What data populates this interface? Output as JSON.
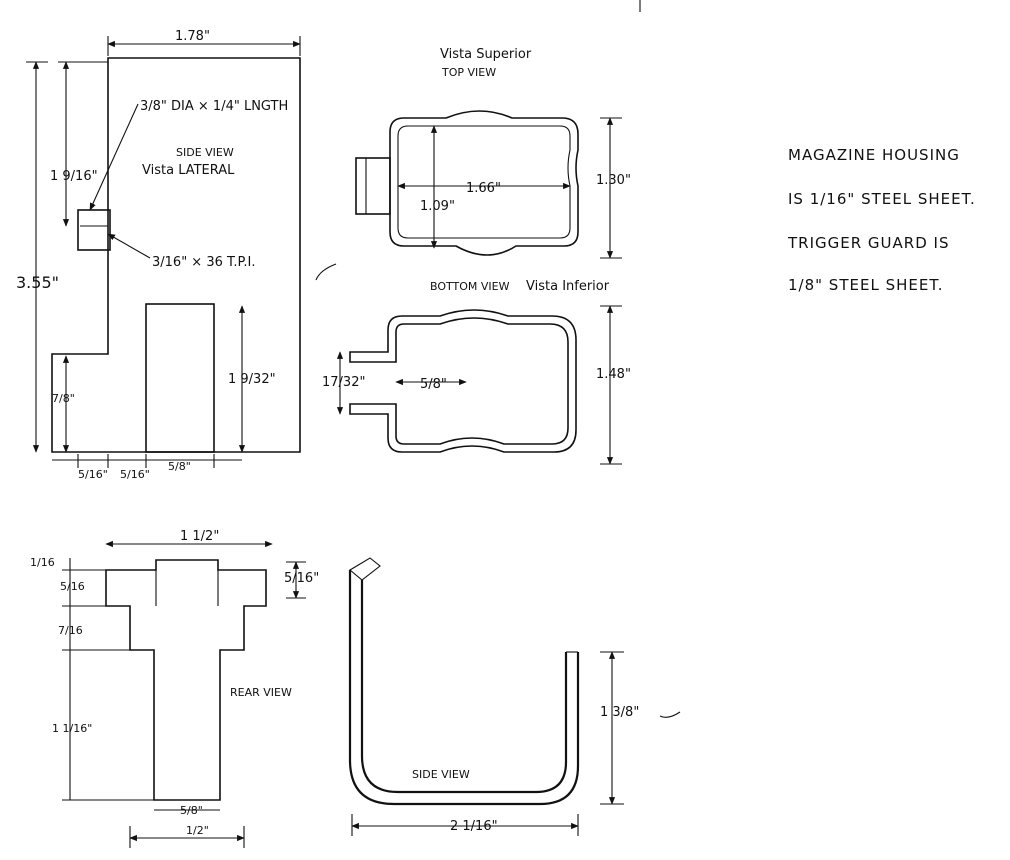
{
  "side_view": {
    "title": "SIDE VIEW",
    "title_es": "Vista LATERAL",
    "width_dim": "1.78\"",
    "height_total": "3.55\"",
    "upper_height": "1 9/16\"",
    "lower_left_height": "7/8\"",
    "window_height": "1 9/32\"",
    "bottom_dims": [
      "5/16\"",
      "5/16\"",
      "5/8\""
    ],
    "pin_callout": "3/8\" DIA × 1/4\" LNGTH",
    "thread_callout": "3/16\" × 36 T.P.I."
  },
  "top_view": {
    "title_es": "Vista Superior",
    "title": "TOP VIEW",
    "length_dim": "1.66\"",
    "width_dim": "1.09\"",
    "height_dim": "1.30\""
  },
  "bottom_view": {
    "title": "BOTTOM VIEW",
    "title_es": "Vista Inferior",
    "slot_height": "17/32\"",
    "slot_width": "5/8\"",
    "height_dim": "1.48\""
  },
  "rear_view": {
    "title": "REAR VIEW",
    "width_dim": "1 1/2\"",
    "tab_height": "5/16\"",
    "left_dims": [
      "1/16",
      "5/16",
      "7/16",
      "1 1/16\""
    ],
    "bottom_dims": [
      "5/8\"",
      "1/2\""
    ]
  },
  "guard_view": {
    "title": "SIDE VIEW",
    "height_dim": "1 3/8\"",
    "length_dim": "2 1/16\""
  },
  "notes": [
    "MAGAZINE HOUSING",
    "IS 1/16\" STEEL SHEET.",
    "TRIGGER GUARD IS",
    "1/8\" STEEL SHEET."
  ]
}
